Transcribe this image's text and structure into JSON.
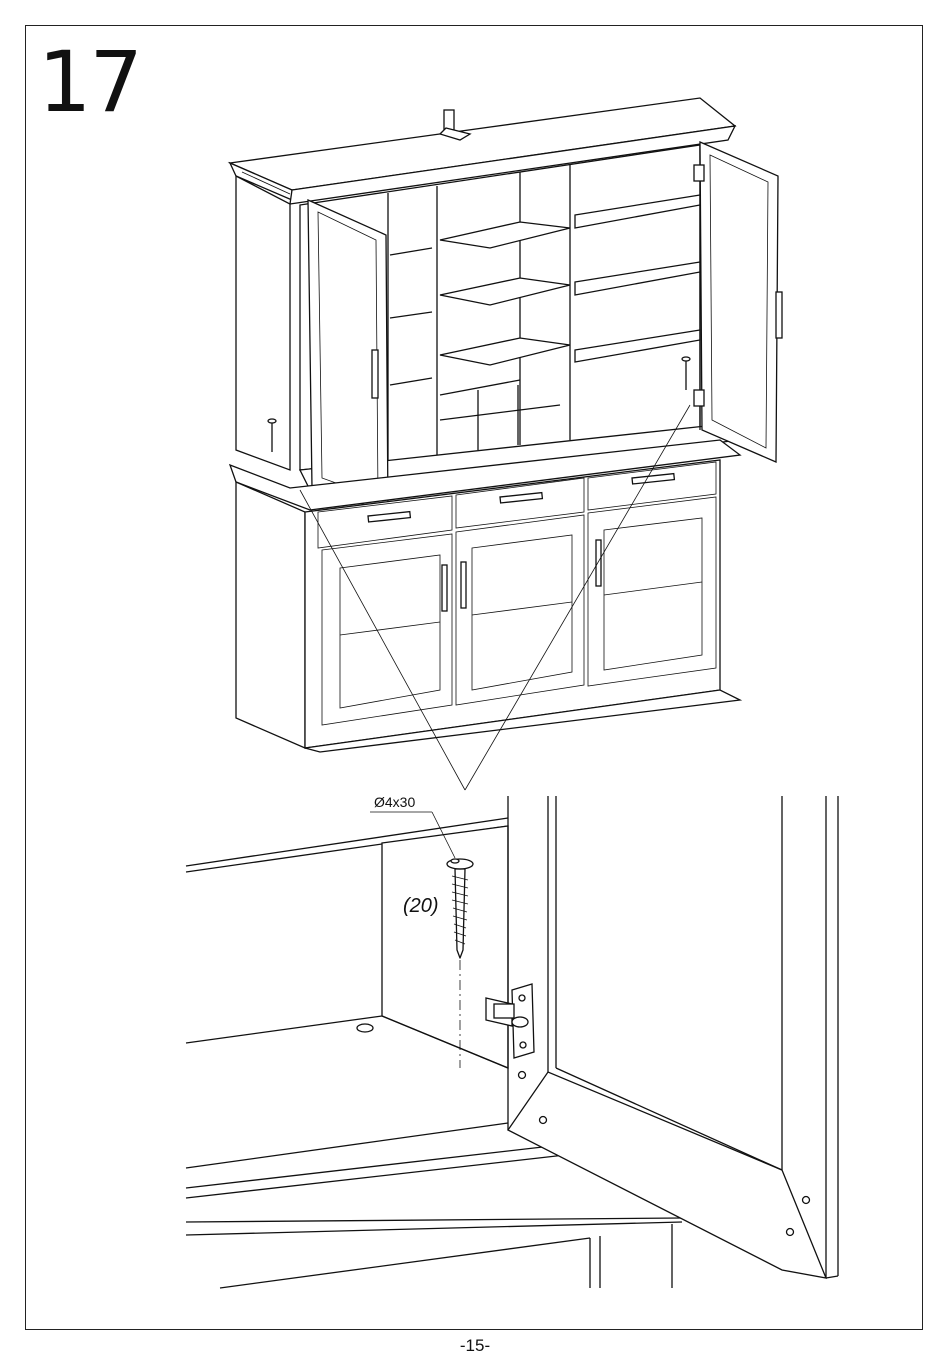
{
  "step": {
    "number": "17"
  },
  "callout": {
    "screw_spec": "Ø4x30",
    "part_ref": "(20)"
  },
  "footer": {
    "page_number": "-15-"
  },
  "icons": {
    "screw": "screw-icon",
    "hinge": "hinge-icon"
  }
}
